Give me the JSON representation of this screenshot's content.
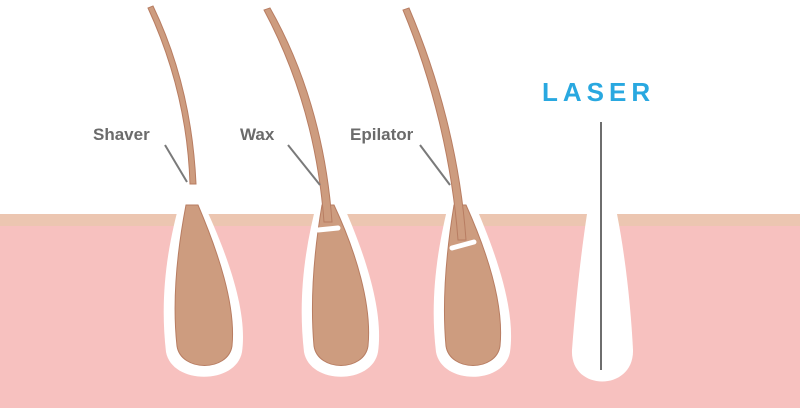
{
  "labels": {
    "shaver": "Shaver",
    "wax": "Wax",
    "epilator": "Epilator",
    "laser": "LASER"
  },
  "colors": {
    "background": "#ffffff",
    "skin": "#f7c1bf",
    "skin_surface": "#ecc6b1",
    "hair": "#cd9c7f",
    "hair_outline": "#b87d62",
    "follicle_halo": "#ffffff",
    "leader_line": "#7a7a7a",
    "label_text": "#6b6b6b",
    "laser_text": "#29a8e0",
    "laser_line": "#6e6e6e"
  }
}
